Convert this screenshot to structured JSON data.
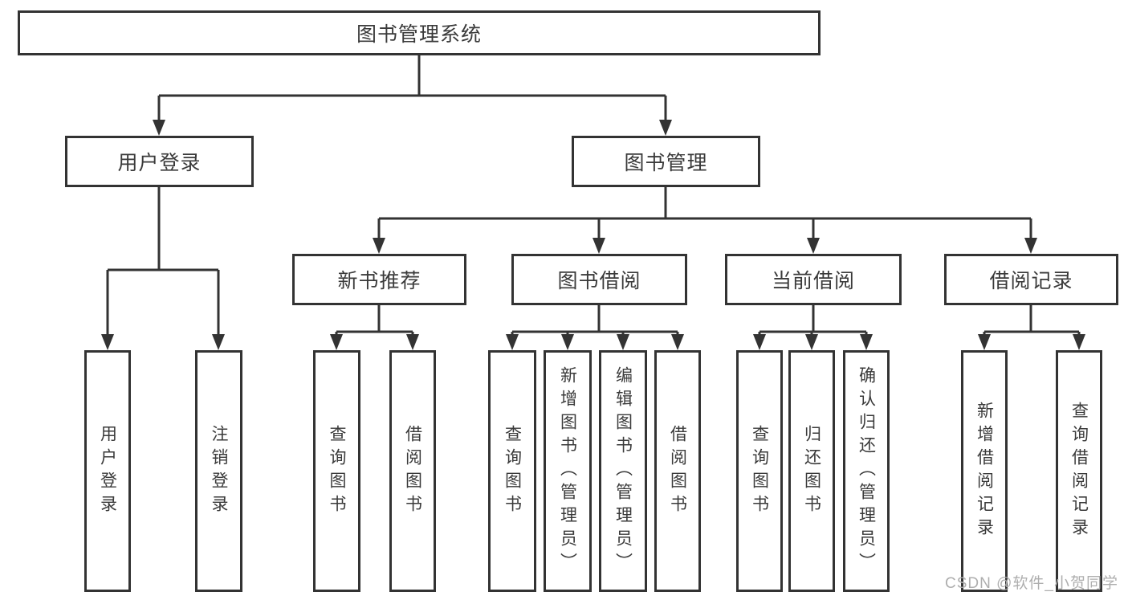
{
  "diagram": {
    "root": {
      "label": "图书管理系统"
    },
    "user_login": {
      "label": "用户登录",
      "children": [
        {
          "label": "用户登录"
        },
        {
          "label": "注销登录"
        }
      ]
    },
    "book_mgmt": {
      "label": "图书管理",
      "sections": {
        "new_book_rec": {
          "label": "新书推荐",
          "children": [
            {
              "label": "查询图书"
            },
            {
              "label": "借阅图书"
            }
          ]
        },
        "book_borrow": {
          "label": "图书借阅",
          "children": [
            {
              "label": "查询图书"
            },
            {
              "label": "新增图书（管理员）"
            },
            {
              "label": "编辑图书（管理员）"
            },
            {
              "label": "借阅图书"
            }
          ]
        },
        "current_borrow": {
          "label": "当前借阅",
          "children": [
            {
              "label": "查询图书"
            },
            {
              "label": "归还图书"
            },
            {
              "label": "确认归还（管理员）"
            }
          ]
        },
        "borrow_record": {
          "label": "借阅记录",
          "children": [
            {
              "label": "新增借阅记录"
            },
            {
              "label": "查询借阅记录"
            }
          ]
        }
      }
    }
  },
  "watermark": "CSDN @软件_小贺同学",
  "colors": {
    "line": "#333333",
    "text": "#3a3a3a",
    "watermark": "#aeaeae",
    "background": "#ffffff"
  }
}
